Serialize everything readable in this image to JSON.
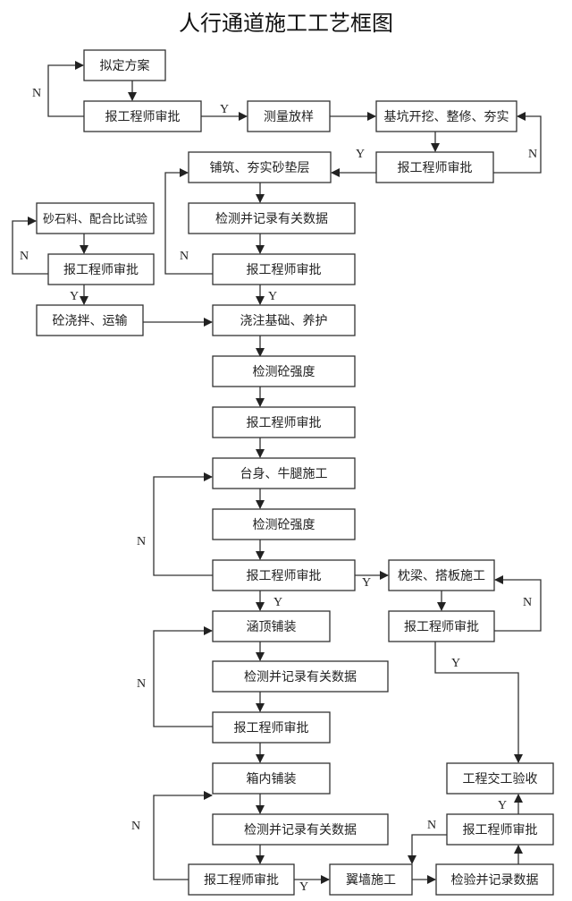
{
  "title": "人行通道施工工艺框图",
  "nodes": {
    "plan": "拟定方案",
    "approve1": "报工程师审批",
    "survey": "测量放样",
    "excavate": "基坑开挖、整修、夯实",
    "approve2": "报工程师审批",
    "sand": "铺筑、夯实砂垫层",
    "record1": "检测并记录有关数据",
    "approve3": "报工程师审批",
    "mixtest": "砂石料、配合比试验",
    "approve_mix": "报工程师审批",
    "mixing": "砼浇拌、运输",
    "pour": "浇注基础、养护",
    "strength1": "检测砼强度",
    "approve4": "报工程师审批",
    "abutment": "台身、牛腿施工",
    "strength2": "检测砼强度",
    "approve5": "报工程师审批",
    "sleeper": "枕梁、搭板施工",
    "approve_sleeper": "报工程师审批",
    "culvert_top": "涵顶铺装",
    "record2": "检测并记录有关数据",
    "approve6": "报工程师审批",
    "box_inner": "箱内铺装",
    "record3": "检测并记录有关数据",
    "approve7": "报工程师审批",
    "wingwall": "翼墙施工",
    "inspect": "检验并记录数据",
    "approve_final": "报工程师审批",
    "acceptance": "工程交工验收"
  },
  "labels": {
    "yes": "Y",
    "no": "N"
  }
}
